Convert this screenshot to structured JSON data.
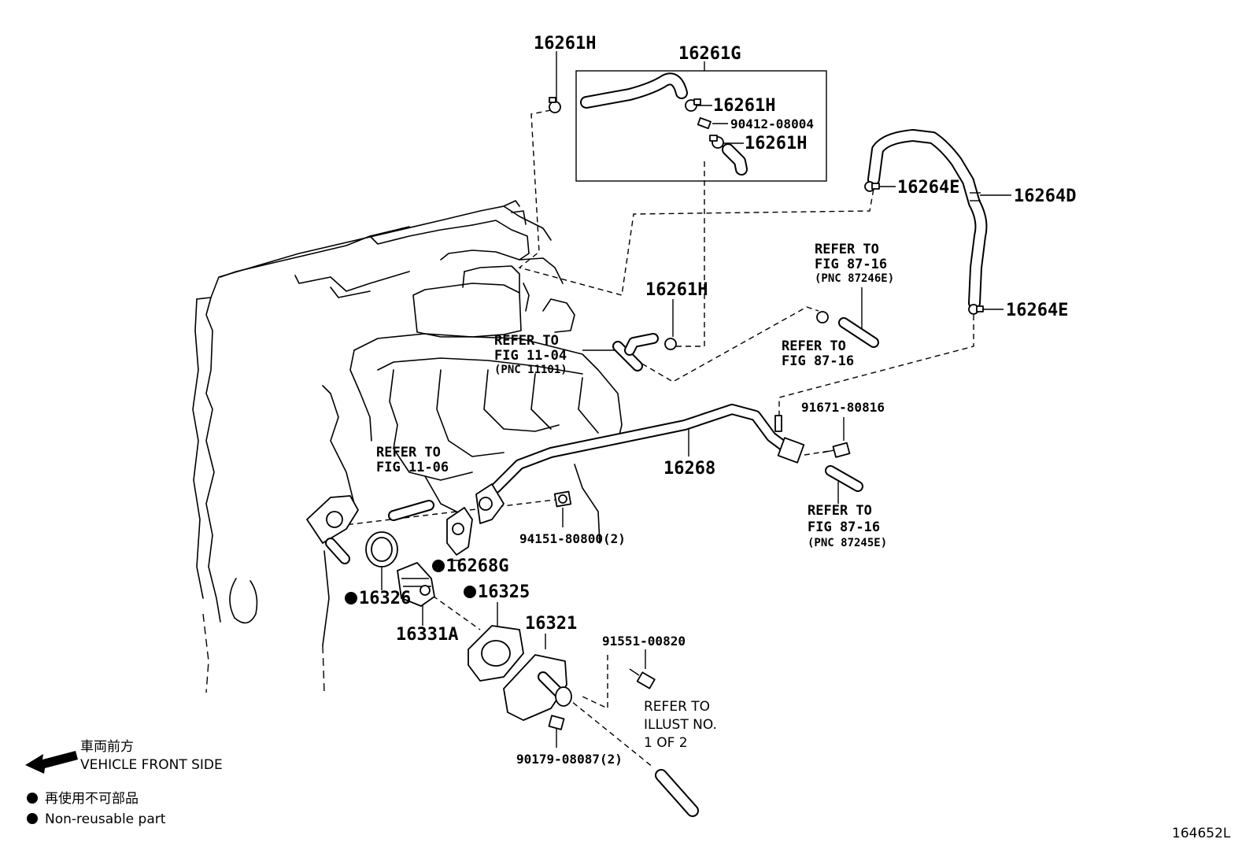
{
  "labels": {
    "p16261H_top": "16261H",
    "p16261G": "16261G",
    "p16261H_a": "16261H",
    "p90412": "90412-08004",
    "p16261H_b": "16261H",
    "p16261H_mid": "16261H",
    "p16264E_top": "16264E",
    "p16264D": "16264D",
    "p16264E_bot": "16264E",
    "p91671": "91671-80816",
    "p16268": "16268",
    "p94151": "94151-80800(2)",
    "p16268G": "16268G",
    "p16325": "16325",
    "p16326": "16326",
    "p16331A": "16331A",
    "p16321": "16321",
    "p91551": "91551-00820",
    "p90179": "90179-08087(2)"
  },
  "refs": {
    "fig8716_a": {
      "l1": "REFER TO",
      "l2": "FIG 87-16",
      "l3": "(PNC 87246E)"
    },
    "fig1104": {
      "l1": "REFER TO",
      "l2": "FIG 11-04",
      "l3": "(PNC 11101)"
    },
    "fig8716_b": {
      "l1": "REFER TO",
      "l2": "FIG 87-16"
    },
    "fig1106": {
      "l1": "REFER TO",
      "l2": "FIG 11-06"
    },
    "fig8716_c": {
      "l1": "REFER TO",
      "l2": "FIG 87-16",
      "l3": "(PNC 87245E)"
    },
    "illust": {
      "l1": "REFER TO",
      "l2": "ILLUST NO.",
      "l3": "1 OF 2"
    }
  },
  "legend": {
    "front_jp": "車両前方",
    "front_en": "VEHICLE FRONT SIDE",
    "nonreuse_jp": "再使用不可部品",
    "nonreuse_en": "Non-reusable part"
  },
  "diagram_id": "164652L",
  "icons": [
    "arrow-left-icon",
    "bullet-dot-icon"
  ]
}
